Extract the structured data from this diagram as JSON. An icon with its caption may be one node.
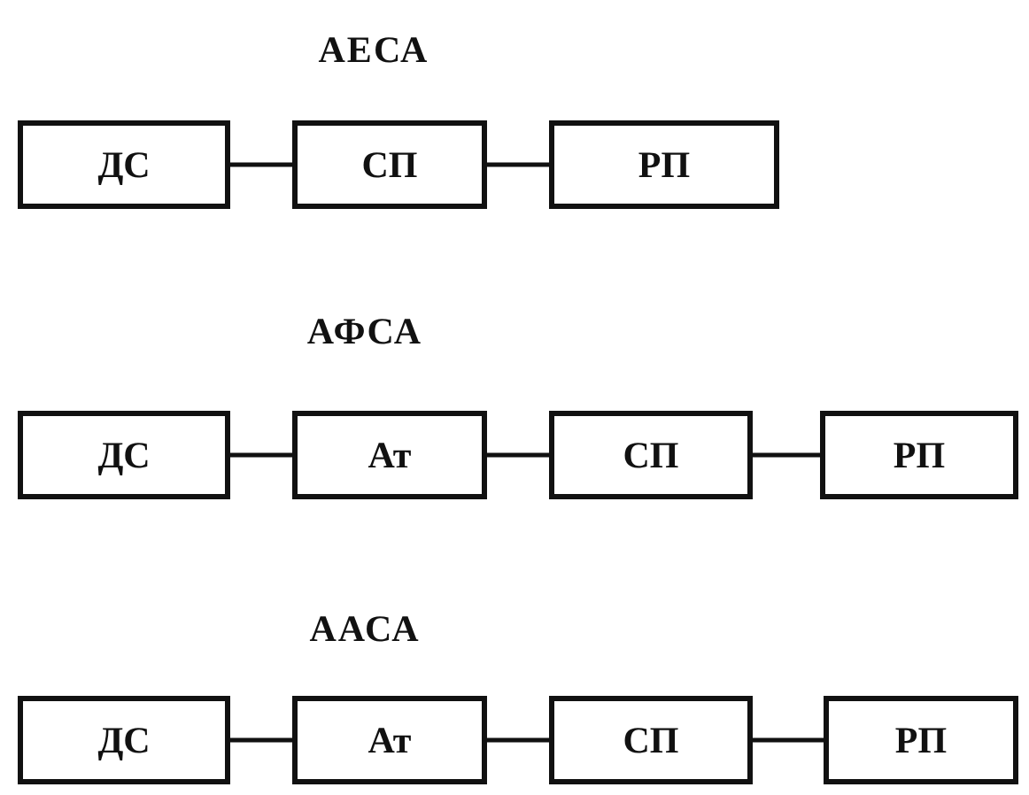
{
  "diagram": {
    "nodes": [
      {
        "text": [
          "ДС"
        ]
      },
      {
        "text": [
          "СП"
        ]
      },
      {
        "text": [
          "РП"
        ]
      },
      {
        "text": [
          "ДС"
        ]
      },
      {
        "text": [
          "Ат"
        ]
      },
      {
        "text": [
          "СП"
        ]
      },
      {
        "text": [
          "РП"
        ]
      },
      {
        "text": [
          "ДС"
        ]
      },
      {
        "text": [
          "Ат"
        ]
      },
      {
        "text": [
          "СП"
        ]
      },
      {
        "text": [
          "РП"
        ]
      }
    ],
    "edges": [
      {
        "from": 0,
        "to": 1,
        "arrow": "none"
      },
      {
        "from": 1,
        "to": 2,
        "arrow": "none"
      },
      {
        "from": 3,
        "to": 4,
        "arrow": "none"
      },
      {
        "from": 4,
        "to": 5,
        "arrow": "none"
      },
      {
        "from": 5,
        "to": 6,
        "arrow": "none"
      },
      {
        "from": 7,
        "to": 8,
        "arrow": "none"
      },
      {
        "from": 8,
        "to": 9,
        "arrow": "none"
      },
      {
        "from": 9,
        "to": 10,
        "arrow": "none"
      }
    ],
    "labels": [
      "АЕСА",
      "АФСА",
      "ААСА"
    ]
  }
}
